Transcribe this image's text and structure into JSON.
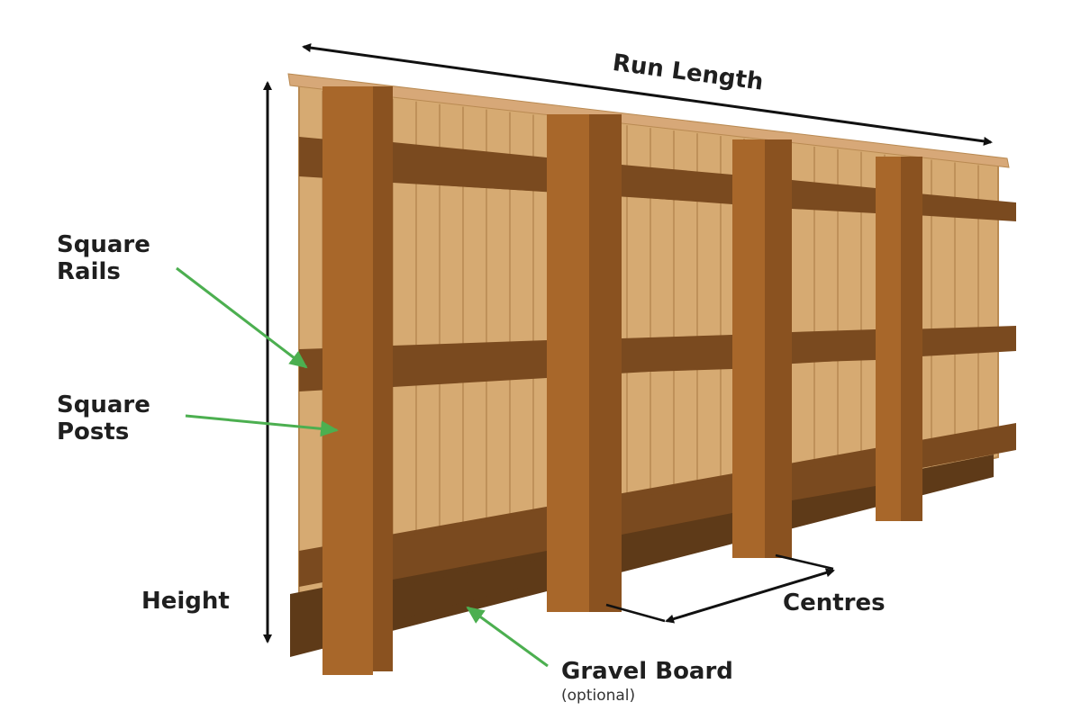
{
  "labels": {
    "run_length": "Run Length",
    "square_rails_line1": "Square",
    "square_rails_line2": "Rails",
    "square_posts_line1": "Square",
    "square_posts_line2": "Posts",
    "height": "Height",
    "centres": "Centres",
    "gravel_board": "Gravel Board",
    "gravel_board_note": "(optional)"
  },
  "colors": {
    "board_light": "#d9b07a",
    "board_mid": "#c89863",
    "board_grain": "#b7874f",
    "rail": "#7a4a1f",
    "rail_dark": "#5a3315",
    "post_front": "#a8672a",
    "post_side": "#8a5220",
    "gravel_board": "#5e3a18",
    "cap": "#d7a878",
    "arrow_dim": "#111111",
    "callout_arrow": "#4caf50"
  },
  "icons": {
    "dimension_arrow": "double-headed-arrow",
    "callout_arrow": "green-pointer-arrow"
  }
}
